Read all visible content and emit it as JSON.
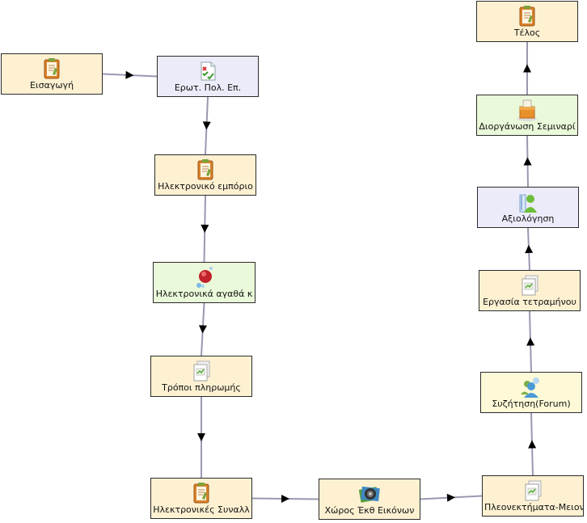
{
  "nodes": {
    "intro": {
      "label": "Εισαγωγή",
      "icon": "document-icon"
    },
    "quiz": {
      "label": "Ερωτ. Πολ. Επ.",
      "icon": "quiz-icon"
    },
    "ecommerce": {
      "label": "Ηλεκτρονικό εμπόριο",
      "icon": "document-icon"
    },
    "egoods": {
      "label": "Ηλεκτρονικά αγαθά κ",
      "icon": "bubbles-icon"
    },
    "payment": {
      "label": "Τρόποι πληρωμής",
      "icon": "pages-icon"
    },
    "etrans": {
      "label": "Ηλεκτρονικές Συναλλ",
      "icon": "document-icon"
    },
    "gallery": {
      "label": "Χώρος Έκθ Εικόνων",
      "icon": "gallery-icon"
    },
    "pros": {
      "label": "Πλεονεκτήματα-Μειον",
      "icon": "pages-icon"
    },
    "forum": {
      "label": "Συζήτηση(Forum)",
      "icon": "forum-icon"
    },
    "assignment": {
      "label": "Εργασία τετραμήνου",
      "icon": "pages-icon"
    },
    "assessment": {
      "label": "Αξιολόγηση",
      "icon": "assessment-icon"
    },
    "seminar": {
      "label": "Διοργάνωση Σεμιναρί",
      "icon": "box-icon"
    },
    "end": {
      "label": "Τέλος",
      "icon": "document-icon"
    }
  },
  "edges": [
    [
      "intro",
      "quiz"
    ],
    [
      "quiz",
      "ecommerce"
    ],
    [
      "ecommerce",
      "egoods"
    ],
    [
      "egoods",
      "payment"
    ],
    [
      "payment",
      "etrans"
    ],
    [
      "etrans",
      "gallery"
    ],
    [
      "gallery",
      "pros"
    ],
    [
      "pros",
      "forum"
    ],
    [
      "forum",
      "assignment"
    ],
    [
      "assignment",
      "assessment"
    ],
    [
      "assessment",
      "seminar"
    ],
    [
      "seminar",
      "end"
    ]
  ],
  "colors": {
    "beige": "#fdf1d2",
    "lavender": "#ecebf9",
    "green": "#eaf9d9",
    "yellow": "#fefad7",
    "edge": "#9a98b0"
  }
}
